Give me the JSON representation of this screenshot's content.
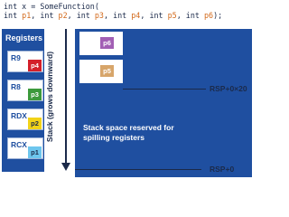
{
  "code": {
    "line1": "int x = SomeFunction(",
    "line2": {
      "t1": "int ",
      "p1": "p1",
      "s1": ", ",
      "t2": "int ",
      "p2": "p2",
      "s2": ", ",
      "t3": "int ",
      "p3": "p3",
      "s3": ", ",
      "t4": "int ",
      "p4": "p4",
      "s4": ", ",
      "t5": "int ",
      "p5": "p5",
      "s5": ", ",
      "t6": "int ",
      "p6": "p6",
      "s6": ");"
    }
  },
  "registers": {
    "title": "Registers",
    "items": [
      {
        "name": "R9",
        "param": "p4",
        "color": "#d4202a"
      },
      {
        "name": "R8",
        "param": "p3",
        "color": "#3c9a3c"
      },
      {
        "name": "RDX",
        "param": "p2",
        "color": "#f2d318"
      },
      {
        "name": "RCX",
        "param": "p1",
        "color": "#6ec6ee"
      }
    ]
  },
  "stack": {
    "slots": [
      {
        "param": "p6",
        "color": "#a25fb4"
      },
      {
        "param": "p5",
        "color": "#d7a56a"
      }
    ],
    "direction_label": "Stack (grows downward)",
    "caption": "Stack space reserved for spilling registers",
    "rsp_top_label": "RSP+0×20",
    "rsp_bottom_label": "RSP+0"
  },
  "colors": {
    "panel_blue": "#1f4fa0",
    "text_navy": "#1b2a4a",
    "code_highlight": "#d36a1c"
  }
}
